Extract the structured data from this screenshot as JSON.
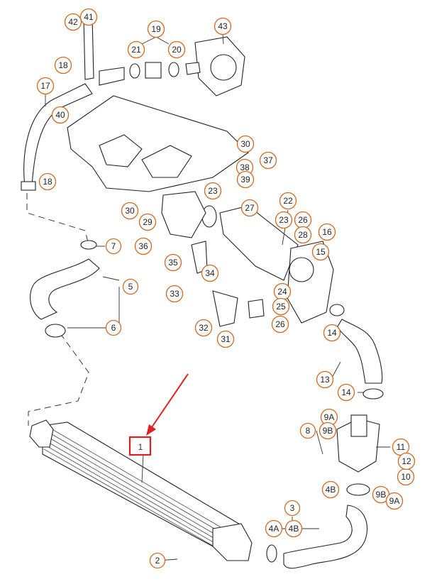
{
  "diagram": {
    "title": "",
    "highlight_color": "#e02020",
    "callout_color": "#d2691e",
    "highlighted_part": "1",
    "callouts": [
      {
        "id": "c1",
        "label": "1"
      },
      {
        "id": "c2",
        "label": "2"
      },
      {
        "id": "c3",
        "label": "3"
      },
      {
        "id": "c4a",
        "label": "4A"
      },
      {
        "id": "c4b",
        "label": "4B"
      },
      {
        "id": "c4b2",
        "label": "4B"
      },
      {
        "id": "c5",
        "label": "5"
      },
      {
        "id": "c6",
        "label": "6"
      },
      {
        "id": "c7",
        "label": "7"
      },
      {
        "id": "c8",
        "label": "8"
      },
      {
        "id": "c9a",
        "label": "9A"
      },
      {
        "id": "c9b",
        "label": "9B"
      },
      {
        "id": "c9b2",
        "label": "9B"
      },
      {
        "id": "c9a2",
        "label": "9A"
      },
      {
        "id": "c10",
        "label": "10"
      },
      {
        "id": "c11",
        "label": "11"
      },
      {
        "id": "c12",
        "label": "12"
      },
      {
        "id": "c13",
        "label": "13"
      },
      {
        "id": "c14",
        "label": "14"
      },
      {
        "id": "c14b",
        "label": "14"
      },
      {
        "id": "c15",
        "label": "15"
      },
      {
        "id": "c16",
        "label": "16"
      },
      {
        "id": "c17",
        "label": "17"
      },
      {
        "id": "c18",
        "label": "18"
      },
      {
        "id": "c18b",
        "label": "18"
      },
      {
        "id": "c19",
        "label": "19"
      },
      {
        "id": "c20",
        "label": "20"
      },
      {
        "id": "c21",
        "label": "21"
      },
      {
        "id": "c22",
        "label": "22"
      },
      {
        "id": "c23",
        "label": "23"
      },
      {
        "id": "c23b",
        "label": "23"
      },
      {
        "id": "c24",
        "label": "24"
      },
      {
        "id": "c25",
        "label": "25"
      },
      {
        "id": "c26",
        "label": "26"
      },
      {
        "id": "c26b",
        "label": "26"
      },
      {
        "id": "c27",
        "label": "27"
      },
      {
        "id": "c28",
        "label": "28"
      },
      {
        "id": "c29",
        "label": "29"
      },
      {
        "id": "c30",
        "label": "30"
      },
      {
        "id": "c30b",
        "label": "30"
      },
      {
        "id": "c31",
        "label": "31"
      },
      {
        "id": "c32",
        "label": "32"
      },
      {
        "id": "c33",
        "label": "33"
      },
      {
        "id": "c34",
        "label": "34"
      },
      {
        "id": "c35",
        "label": "35"
      },
      {
        "id": "c36",
        "label": "36"
      },
      {
        "id": "c37",
        "label": "37"
      },
      {
        "id": "c38",
        "label": "38"
      },
      {
        "id": "c39",
        "label": "39"
      },
      {
        "id": "c40",
        "label": "40"
      },
      {
        "id": "c41",
        "label": "41"
      },
      {
        "id": "c42",
        "label": "42"
      },
      {
        "id": "c43",
        "label": "43"
      }
    ]
  }
}
